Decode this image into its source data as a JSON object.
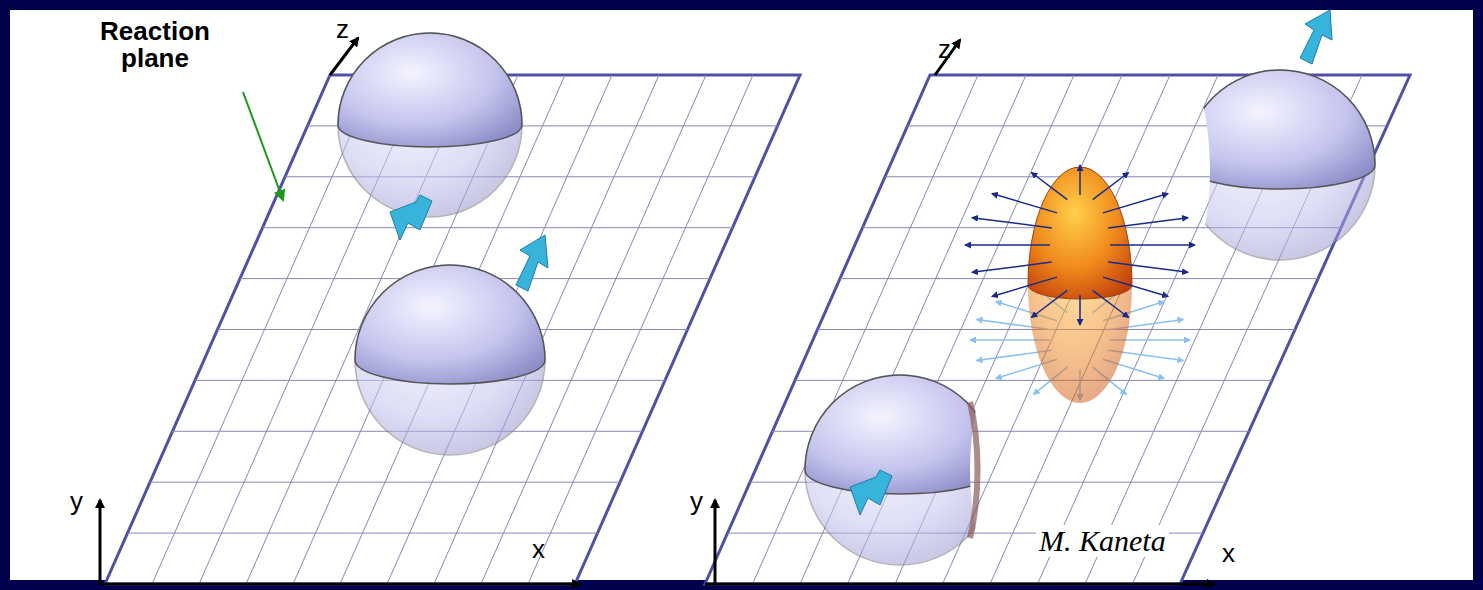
{
  "diagram": {
    "labels": [
      "Reaction plane",
      "z",
      "y",
      "x",
      "z",
      "y",
      "x",
      "M. Kaneta"
    ]
  }
}
